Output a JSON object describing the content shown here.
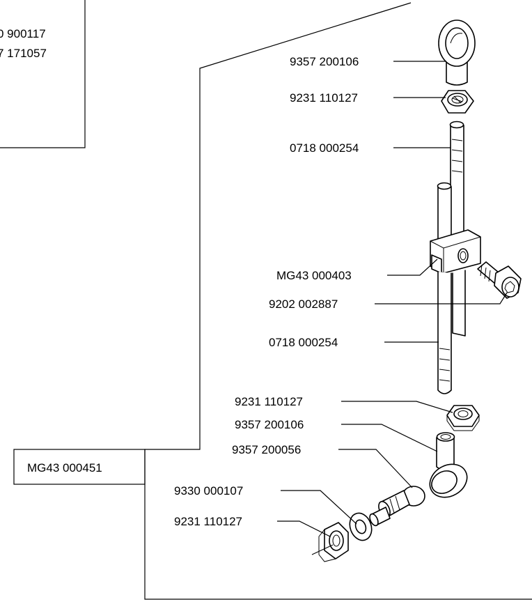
{
  "top_left_box": {
    "line1": "0 900117",
    "line2": "7 171057"
  },
  "assembly_label": "MG43 000451",
  "callouts": [
    {
      "id": "banjo-top",
      "text": "9357 200106"
    },
    {
      "id": "nut-top",
      "text": "9231 110127"
    },
    {
      "id": "rod-top",
      "text": "0718 000254"
    },
    {
      "id": "clamp-block",
      "text": "MG43 000403"
    },
    {
      "id": "cap-screw",
      "text": "9202 002887"
    },
    {
      "id": "rod-lower",
      "text": "0718 000254"
    },
    {
      "id": "nut-middle",
      "text": "9231 110127"
    },
    {
      "id": "banjo-bottom",
      "text": "9357 200106"
    },
    {
      "id": "ball-stud",
      "text": "9357 200056"
    },
    {
      "id": "washer",
      "text": "9330 000107"
    },
    {
      "id": "nut-bottom",
      "text": "9231 110127"
    }
  ]
}
